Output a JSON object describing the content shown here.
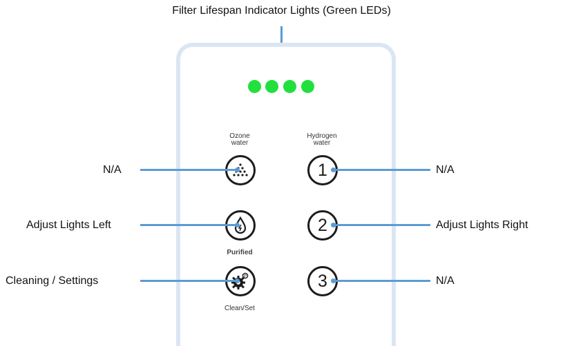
{
  "title": "Filter Lifespan Indicator Lights (Green LEDs)",
  "colors": {
    "led": "#22e03c",
    "callout_line": "#5b9bd5",
    "panel_border": "#dbe6f3",
    "button_ring": "#1c1c1c"
  },
  "leds": {
    "count": 4,
    "lit": 4
  },
  "panel": {
    "captions": {
      "ozone": "Ozone\nwater",
      "hydrogen": "Hydrogen\nwater",
      "purified": "Purified",
      "clean_set": "Clean/Set"
    },
    "buttons": {
      "one": "1",
      "two": "2",
      "three": "3"
    },
    "icons": {
      "ozone": "droplets-dots-icon",
      "purified": "water-drop-icon",
      "clean_set": "gear-settings-icon"
    }
  },
  "callouts": {
    "left": {
      "ozone": "N/A",
      "purified": "Adjust Lights Left",
      "clean_set": "Cleaning / Settings"
    },
    "right": {
      "one": "N/A",
      "two": "Adjust Lights Right",
      "three": "N/A"
    }
  }
}
